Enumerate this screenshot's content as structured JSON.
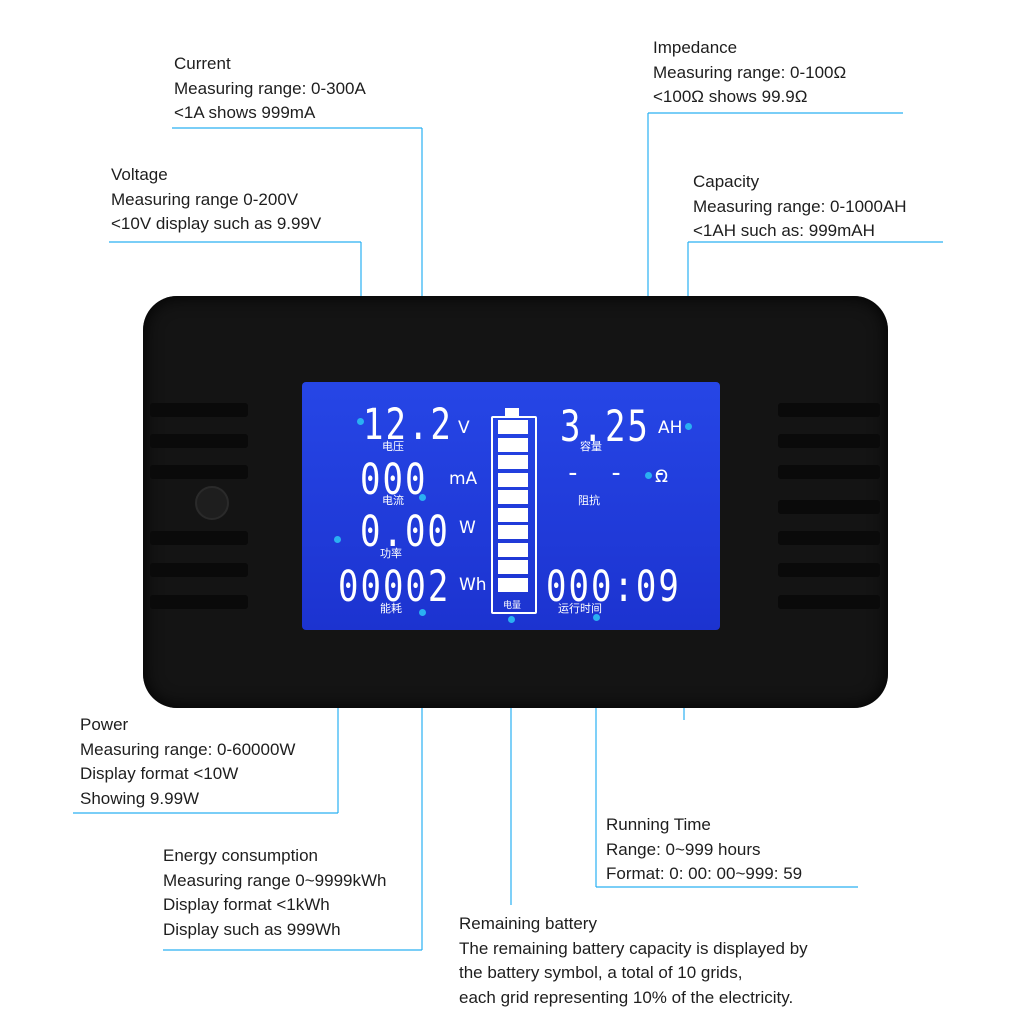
{
  "annotations": {
    "current": [
      "Current",
      "Measuring range: 0-300A",
      "<1A shows 999mA"
    ],
    "voltage": [
      "Voltage",
      "Measuring range 0-200V",
      "<10V display such as 9.99V"
    ],
    "impedance": [
      "Impedance",
      "Measuring range: 0-100Ω",
      "<100Ω shows 99.9Ω"
    ],
    "capacity": [
      "Capacity",
      "Measuring range: 0-1000AH",
      "<1AH such as: 999mAH"
    ],
    "power": [
      "Power",
      "Measuring range: 0-60000W",
      "Display format <10W",
      "Showing 9.99W"
    ],
    "energy": [
      "Energy consumption",
      "Measuring range 0~9999kWh",
      "Display format <1kWh",
      "Display such as 999Wh"
    ],
    "running_time": [
      "Running Time",
      "Range: 0~999 hours",
      "Format: 0: 00: 00~999: 59"
    ],
    "battery": [
      "Remaining battery",
      "The remaining battery capacity is displayed by",
      "the battery symbol, a total of 10 grids,",
      "each grid representing 10% of the electricity."
    ]
  },
  "display": {
    "voltage": {
      "value": "12.2",
      "unit": "V",
      "label": "电压"
    },
    "current": {
      "value": "000",
      "unit": "mA",
      "label": "电流"
    },
    "power": {
      "value": "0.00",
      "unit": "W",
      "label": "功率"
    },
    "energy": {
      "value": "00002",
      "unit": "Wh",
      "label": "能耗"
    },
    "capacity": {
      "value": "3.25",
      "unit": "AH",
      "label": "容量"
    },
    "impedance": {
      "value": "- - -",
      "unit": "Ω",
      "label": "阻抗"
    },
    "time": {
      "value": "000:09",
      "label": "运行时间"
    },
    "battery": {
      "label": "电量",
      "grids": 10,
      "level": 1.0
    }
  },
  "colors": {
    "lcd": "#1f3bd8",
    "leader": "#2ab0f2",
    "device": "#141414"
  }
}
